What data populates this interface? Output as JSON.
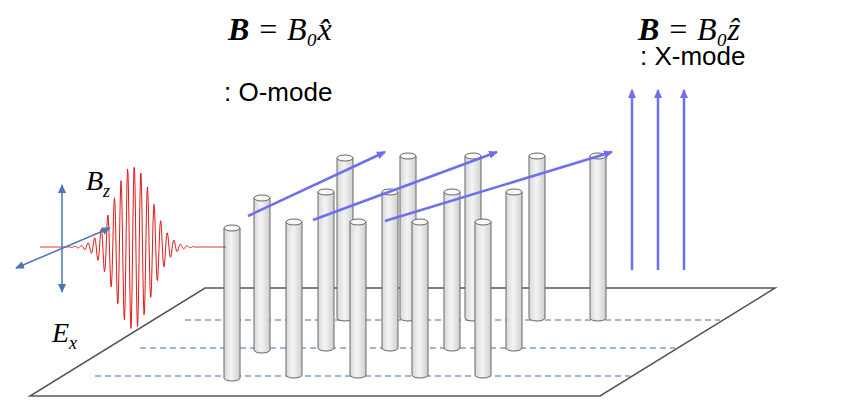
{
  "diagram": {
    "labels": [
      "B = B₀x̂",
      ": O-mode",
      "B = B₀ẑ",
      ": X-mode",
      "Bz",
      "Ex"
    ]
  }
}
